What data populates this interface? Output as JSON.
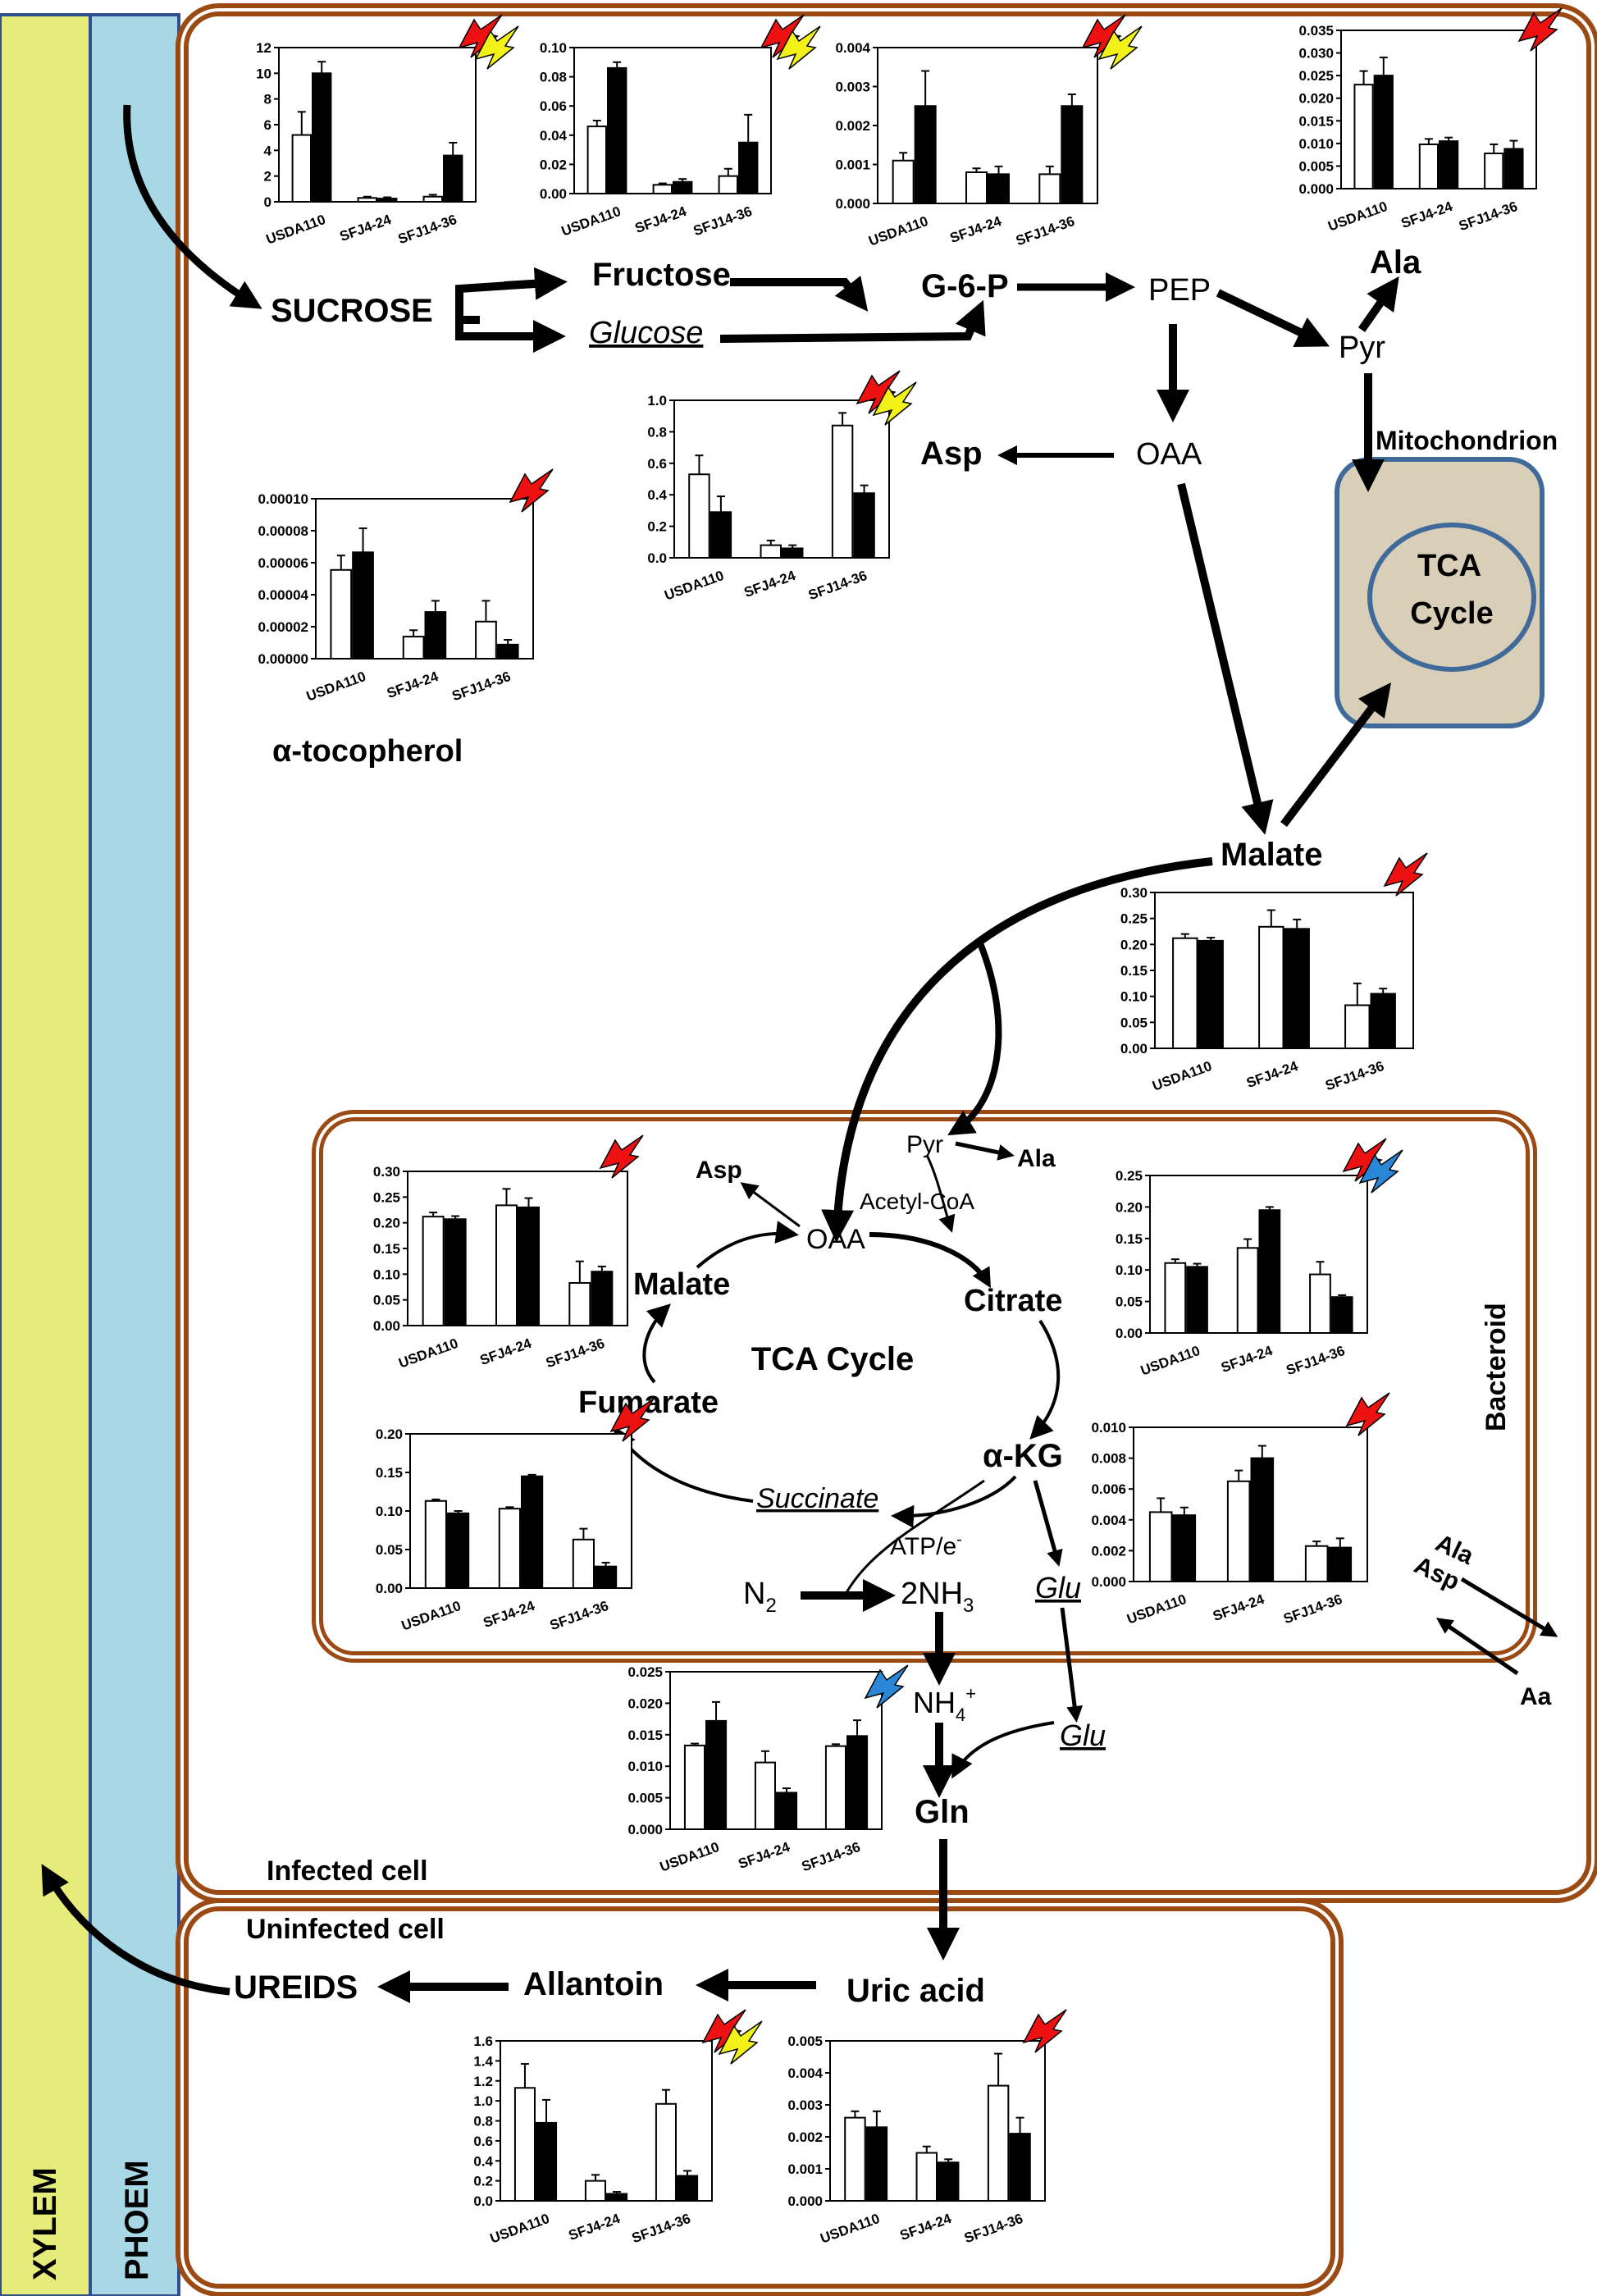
{
  "columns": {
    "xylem": "XYLEM",
    "phloem": "PHOEM"
  },
  "regions": {
    "infected_cell": "Infected cell",
    "uninfected_cell": "Uninfected cell",
    "bacteroid": "Bacteroid",
    "mitochondrion": "Mitochondrion",
    "tca_mito": [
      "TCA",
      "Cycle"
    ],
    "tca_bacteroid": "TCA Cycle"
  },
  "metabolites": {
    "sucrose": "SUCROSE",
    "fructose": "Fructose",
    "glucose": "Glucose",
    "g6p": "G-6-P",
    "pep": "PEP",
    "pyr": "Pyr",
    "ala": "Ala",
    "oaa": "OAA",
    "asp": "Asp",
    "malate": "Malate",
    "alpha_tocopherol": "α-tocopherol",
    "b_pyr": "Pyr",
    "b_ala": "Ala",
    "b_asp": "Asp",
    "acetyl_coa": "Acetyl-CoA",
    "b_oaa": "OAA",
    "b_malate": "Malate",
    "citrate": "Citrate",
    "fumarate": "Fumarate",
    "akg": "α-KG",
    "succinate": "Succinate",
    "atp": "ATP/e",
    "atp_sup": "-",
    "n2": "N",
    "n2_sub": "2",
    "nh3": "2NH",
    "nh3_sub": "3",
    "b_glu": "Glu",
    "glu": "Glu",
    "nh4": "NH",
    "nh4_sub": "4",
    "nh4_sup": "+",
    "gln": "Gln",
    "uric_acid": "Uric acid",
    "allantoin": "Allantoin",
    "ureids": "UREIDS",
    "ex_ala": "Ala",
    "ex_asp": "Asp",
    "ex_aa": "Aa"
  },
  "colors": {
    "xylem": "#e6ec7a",
    "phloem": "#a8d8e6",
    "membrane": "#9c4a14",
    "mito": "#d9cfb8",
    "mito_border": "#3f6a9a",
    "bolt_red": "#ee1111",
    "bolt_yellow": "#f2f218",
    "bolt_blue": "#2a86d6",
    "bar_control": "#ffffff",
    "bar_treated": "#000000"
  },
  "chart_data": [
    {
      "id": "sucrose",
      "type": "bar",
      "categories": [
        "USDA110",
        "SFJ4-24",
        "SFJ14-36"
      ],
      "series": [
        {
          "values": [
            5.2,
            0.3,
            0.4
          ],
          "errors": [
            1.8,
            0.1,
            0.15
          ]
        },
        {
          "values": [
            10.0,
            0.25,
            3.6
          ],
          "errors": [
            0.9,
            0.1,
            1.0
          ]
        }
      ],
      "ylim": [
        0,
        12
      ],
      "yticks": [
        "0",
        "2",
        "4",
        "6",
        "8",
        "10",
        "12"
      ],
      "bolts": [
        "red",
        "yellow"
      ]
    },
    {
      "id": "fructose",
      "type": "bar",
      "categories": [
        "USDA110",
        "SFJ4-24",
        "SFJ14-36"
      ],
      "series": [
        {
          "values": [
            0.046,
            0.006,
            0.012
          ],
          "errors": [
            0.004,
            0.001,
            0.005
          ]
        },
        {
          "values": [
            0.086,
            0.008,
            0.035
          ],
          "errors": [
            0.004,
            0.002,
            0.019
          ]
        }
      ],
      "ylim": [
        0,
        0.1
      ],
      "yticks": [
        "0.00",
        "0.02",
        "0.04",
        "0.06",
        "0.08",
        "0.10"
      ],
      "bolts": [
        "red",
        "yellow"
      ]
    },
    {
      "id": "g6p",
      "type": "bar",
      "categories": [
        "USDA110",
        "SFJ4-24",
        "SFJ14-36"
      ],
      "series": [
        {
          "values": [
            0.0011,
            0.0008,
            0.00075
          ],
          "errors": [
            0.0002,
            0.0001,
            0.0002
          ]
        },
        {
          "values": [
            0.0025,
            0.00075,
            0.0025
          ],
          "errors": [
            0.0009,
            0.0002,
            0.0003
          ]
        }
      ],
      "ylim": [
        0,
        0.004
      ],
      "yticks": [
        "0.000",
        "0.001",
        "0.002",
        "0.003",
        "0.004"
      ],
      "bolts": [
        "red",
        "yellow"
      ]
    },
    {
      "id": "ala",
      "type": "bar",
      "categories": [
        "USDA110",
        "SFJ4-24",
        "SFJ14-36"
      ],
      "series": [
        {
          "values": [
            0.023,
            0.0098,
            0.0078
          ],
          "errors": [
            0.003,
            0.0012,
            0.002
          ]
        },
        {
          "values": [
            0.025,
            0.0105,
            0.0088
          ],
          "errors": [
            0.004,
            0.0008,
            0.0018
          ]
        }
      ],
      "ylim": [
        0,
        0.035
      ],
      "yticks": [
        "0.000",
        "0.005",
        "0.010",
        "0.015",
        "0.020",
        "0.025",
        "0.030",
        "0.035"
      ],
      "bolts": [
        "red"
      ]
    },
    {
      "id": "asp",
      "type": "bar",
      "categories": [
        "USDA110",
        "SFJ4-24",
        "SFJ14-36"
      ],
      "series": [
        {
          "values": [
            0.53,
            0.08,
            0.84
          ],
          "errors": [
            0.12,
            0.03,
            0.08
          ]
        },
        {
          "values": [
            0.29,
            0.06,
            0.41
          ],
          "errors": [
            0.1,
            0.02,
            0.05
          ]
        }
      ],
      "ylim": [
        0,
        1.0
      ],
      "yticks": [
        "0.0",
        "0.2",
        "0.4",
        "0.6",
        "0.8",
        "1.0"
      ],
      "bolts": [
        "red",
        "yellow"
      ]
    },
    {
      "id": "tocopherol",
      "type": "bar",
      "categories": [
        "USDA110",
        "SFJ4-24",
        "SFJ14-36"
      ],
      "series": [
        {
          "values": [
            5.55e-05,
            1.38e-05,
            2.32e-05
          ],
          "errors": [
            9e-06,
            4e-06,
            1.3e-05
          ]
        },
        {
          "values": [
            6.65e-05,
            2.92e-05,
            8.8e-06
          ],
          "errors": [
            1.5e-05,
            7e-06,
            3e-06
          ]
        }
      ],
      "ylim": [
        0,
        0.0001
      ],
      "yticks": [
        "0.00000",
        "0.00002",
        "0.00004",
        "0.00006",
        "0.00008",
        "0.00010"
      ],
      "bolts": [
        "red"
      ]
    },
    {
      "id": "malate",
      "type": "bar",
      "categories": [
        "USDA110",
        "SFJ4-24",
        "SFJ14-36"
      ],
      "series": [
        {
          "values": [
            0.212,
            0.234,
            0.083
          ],
          "errors": [
            0.008,
            0.032,
            0.042
          ]
        },
        {
          "values": [
            0.207,
            0.23,
            0.105
          ],
          "errors": [
            0.006,
            0.018,
            0.01
          ]
        }
      ],
      "ylim": [
        0,
        0.3
      ],
      "yticks": [
        "0.00",
        "0.05",
        "0.10",
        "0.15",
        "0.20",
        "0.25",
        "0.30"
      ],
      "bolts": [
        "red"
      ]
    },
    {
      "id": "b_malate",
      "type": "bar",
      "categories": [
        "USDA110",
        "SFJ4-24",
        "SFJ14-36"
      ],
      "series": [
        {
          "values": [
            0.212,
            0.234,
            0.083
          ],
          "errors": [
            0.008,
            0.032,
            0.042
          ]
        },
        {
          "values": [
            0.207,
            0.23,
            0.105
          ],
          "errors": [
            0.006,
            0.018,
            0.01
          ]
        }
      ],
      "ylim": [
        0,
        0.3
      ],
      "yticks": [
        "0.00",
        "0.05",
        "0.10",
        "0.15",
        "0.20",
        "0.25",
        "0.30"
      ],
      "bolts": [
        "red"
      ]
    },
    {
      "id": "citrate",
      "type": "bar",
      "categories": [
        "USDA110",
        "SFJ4-24",
        "SFJ14-36"
      ],
      "series": [
        {
          "values": [
            0.111,
            0.135,
            0.093
          ],
          "errors": [
            0.006,
            0.014,
            0.02
          ]
        },
        {
          "values": [
            0.105,
            0.195,
            0.057
          ],
          "errors": [
            0.005,
            0.005,
            0.003
          ]
        }
      ],
      "ylim": [
        0,
        0.25
      ],
      "yticks": [
        "0.00",
        "0.05",
        "0.10",
        "0.15",
        "0.20",
        "0.25"
      ],
      "bolts": [
        "red",
        "blue"
      ]
    },
    {
      "id": "fumarate",
      "type": "bar",
      "categories": [
        "USDA110",
        "SFJ4-24",
        "SFJ14-36"
      ],
      "series": [
        {
          "values": [
            0.113,
            0.103,
            0.063
          ],
          "errors": [
            0.002,
            0.002,
            0.014
          ]
        },
        {
          "values": [
            0.097,
            0.145,
            0.028
          ],
          "errors": [
            0.003,
            0.002,
            0.005
          ]
        }
      ],
      "ylim": [
        0,
        0.2
      ],
      "yticks": [
        "0.00",
        "0.05",
        "0.10",
        "0.15",
        "0.20"
      ],
      "bolts": [
        "red"
      ]
    },
    {
      "id": "akg",
      "type": "bar",
      "categories": [
        "USDA110",
        "SFJ4-24",
        "SFJ14-36"
      ],
      "series": [
        {
          "values": [
            0.0045,
            0.0065,
            0.0023
          ],
          "errors": [
            0.0009,
            0.0007,
            0.0003
          ]
        },
        {
          "values": [
            0.0043,
            0.008,
            0.0022
          ],
          "errors": [
            0.0005,
            0.0008,
            0.0006
          ]
        }
      ],
      "ylim": [
        0,
        0.01
      ],
      "yticks": [
        "0.000",
        "0.002",
        "0.004",
        "0.006",
        "0.008",
        "0.010"
      ],
      "bolts": [
        "red"
      ]
    },
    {
      "id": "nh4",
      "type": "bar",
      "categories": [
        "USDA110",
        "SFJ4-24",
        "SFJ14-36"
      ],
      "series": [
        {
          "values": [
            0.0133,
            0.0106,
            0.0132
          ],
          "errors": [
            0.0003,
            0.0018,
            0.0003
          ]
        },
        {
          "values": [
            0.0172,
            0.0058,
            0.0148
          ],
          "errors": [
            0.003,
            0.0007,
            0.0025
          ]
        }
      ],
      "ylim": [
        0,
        0.025
      ],
      "yticks": [
        "0.000",
        "0.005",
        "0.010",
        "0.015",
        "0.020",
        "0.025"
      ],
      "bolts": [
        "blue"
      ]
    },
    {
      "id": "allantoin",
      "type": "bar",
      "categories": [
        "USDA110",
        "SFJ4-24",
        "SFJ14-36"
      ],
      "series": [
        {
          "values": [
            1.13,
            0.2,
            0.97
          ],
          "errors": [
            0.24,
            0.06,
            0.14
          ]
        },
        {
          "values": [
            0.78,
            0.07,
            0.25
          ],
          "errors": [
            0.23,
            0.02,
            0.05
          ]
        }
      ],
      "ylim": [
        0,
        1.6
      ],
      "yticks": [
        "0.0",
        "0.2",
        "0.4",
        "0.6",
        "0.8",
        "1.0",
        "1.2",
        "1.4",
        "1.6"
      ],
      "bolts": [
        "red",
        "yellow"
      ]
    },
    {
      "id": "uric_acid",
      "type": "bar",
      "categories": [
        "USDA110",
        "SFJ4-24",
        "SFJ14-36"
      ],
      "series": [
        {
          "values": [
            0.0026,
            0.0015,
            0.0036
          ],
          "errors": [
            0.0002,
            0.0002,
            0.001
          ]
        },
        {
          "values": [
            0.0023,
            0.0012,
            0.0021
          ],
          "errors": [
            0.0005,
            0.0001,
            0.0005
          ]
        }
      ],
      "ylim": [
        0,
        0.005
      ],
      "yticks": [
        "0.000",
        "0.001",
        "0.002",
        "0.003",
        "0.004",
        "0.005"
      ],
      "bolts": [
        "red"
      ]
    }
  ]
}
